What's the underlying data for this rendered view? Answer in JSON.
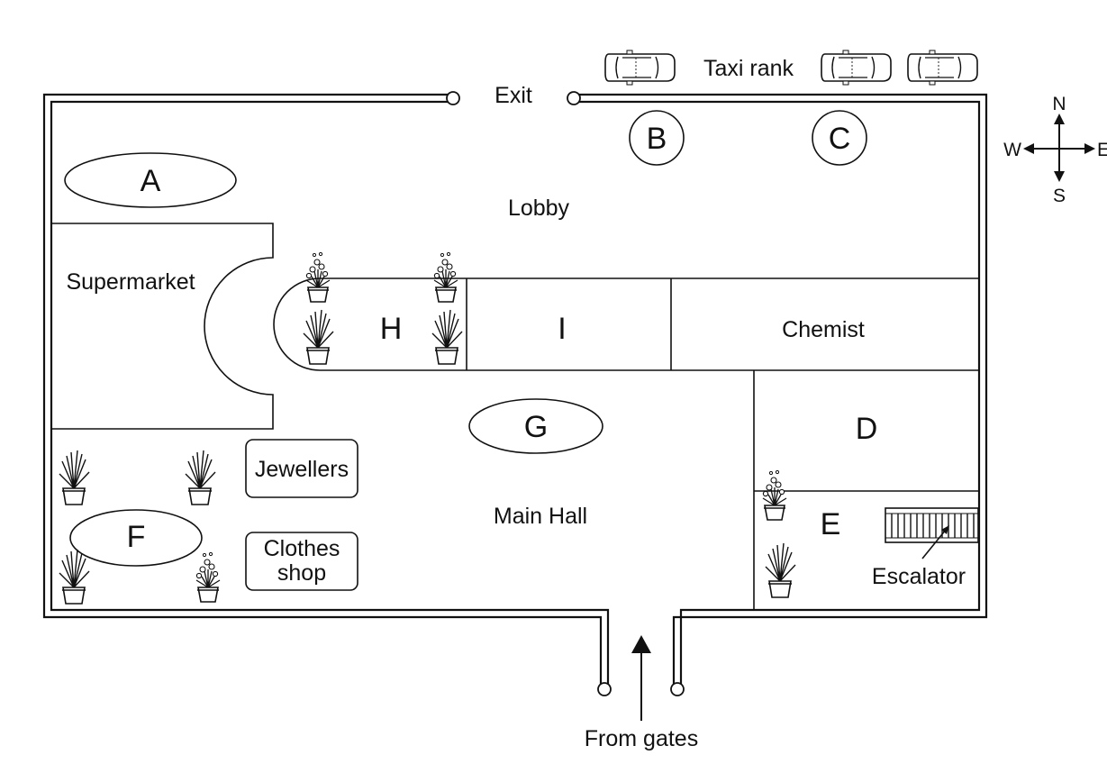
{
  "map": {
    "exit_label": "Exit",
    "taxi_rank_label": "Taxi rank",
    "from_gates_label": "From gates",
    "compass": {
      "n": "N",
      "s": "S",
      "e": "E",
      "w": "W"
    },
    "areas": {
      "lobby": "Lobby",
      "main_hall": "Main Hall",
      "supermarket": "Supermarket",
      "chemist": "Chemist",
      "jewellers": "Jewellers",
      "clothes_shop_line1": "Clothes",
      "clothes_shop_line2": "shop",
      "escalator": "Escalator"
    },
    "markers": {
      "a": "A",
      "b": "B",
      "c": "C",
      "d": "D",
      "e": "E",
      "f": "F",
      "g": "G",
      "h": "H",
      "i": "I"
    }
  }
}
